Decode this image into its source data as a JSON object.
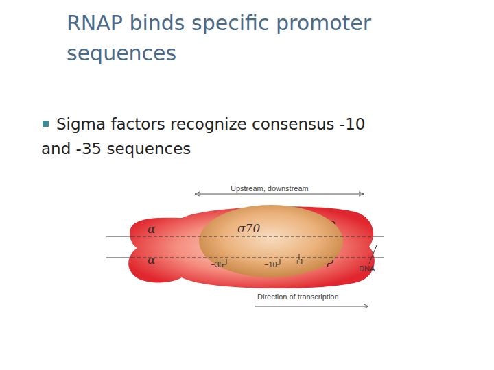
{
  "diagram": {
    "title": "RNAP binds specific promoter sequences",
    "nodes": [
      {
        "text": [
          "α",
          "β",
          "α",
          "β′"
        ]
      },
      {
        "text": [
          "σ70"
        ],
        "in": 0
      }
    ],
    "labels": [
      "Sigma factors recognize consensus -10 and -35 sequences",
      "Upstream, downstream",
      "−35",
      "−10",
      "+1",
      "DNA",
      "Direction of transcription"
    ]
  }
}
